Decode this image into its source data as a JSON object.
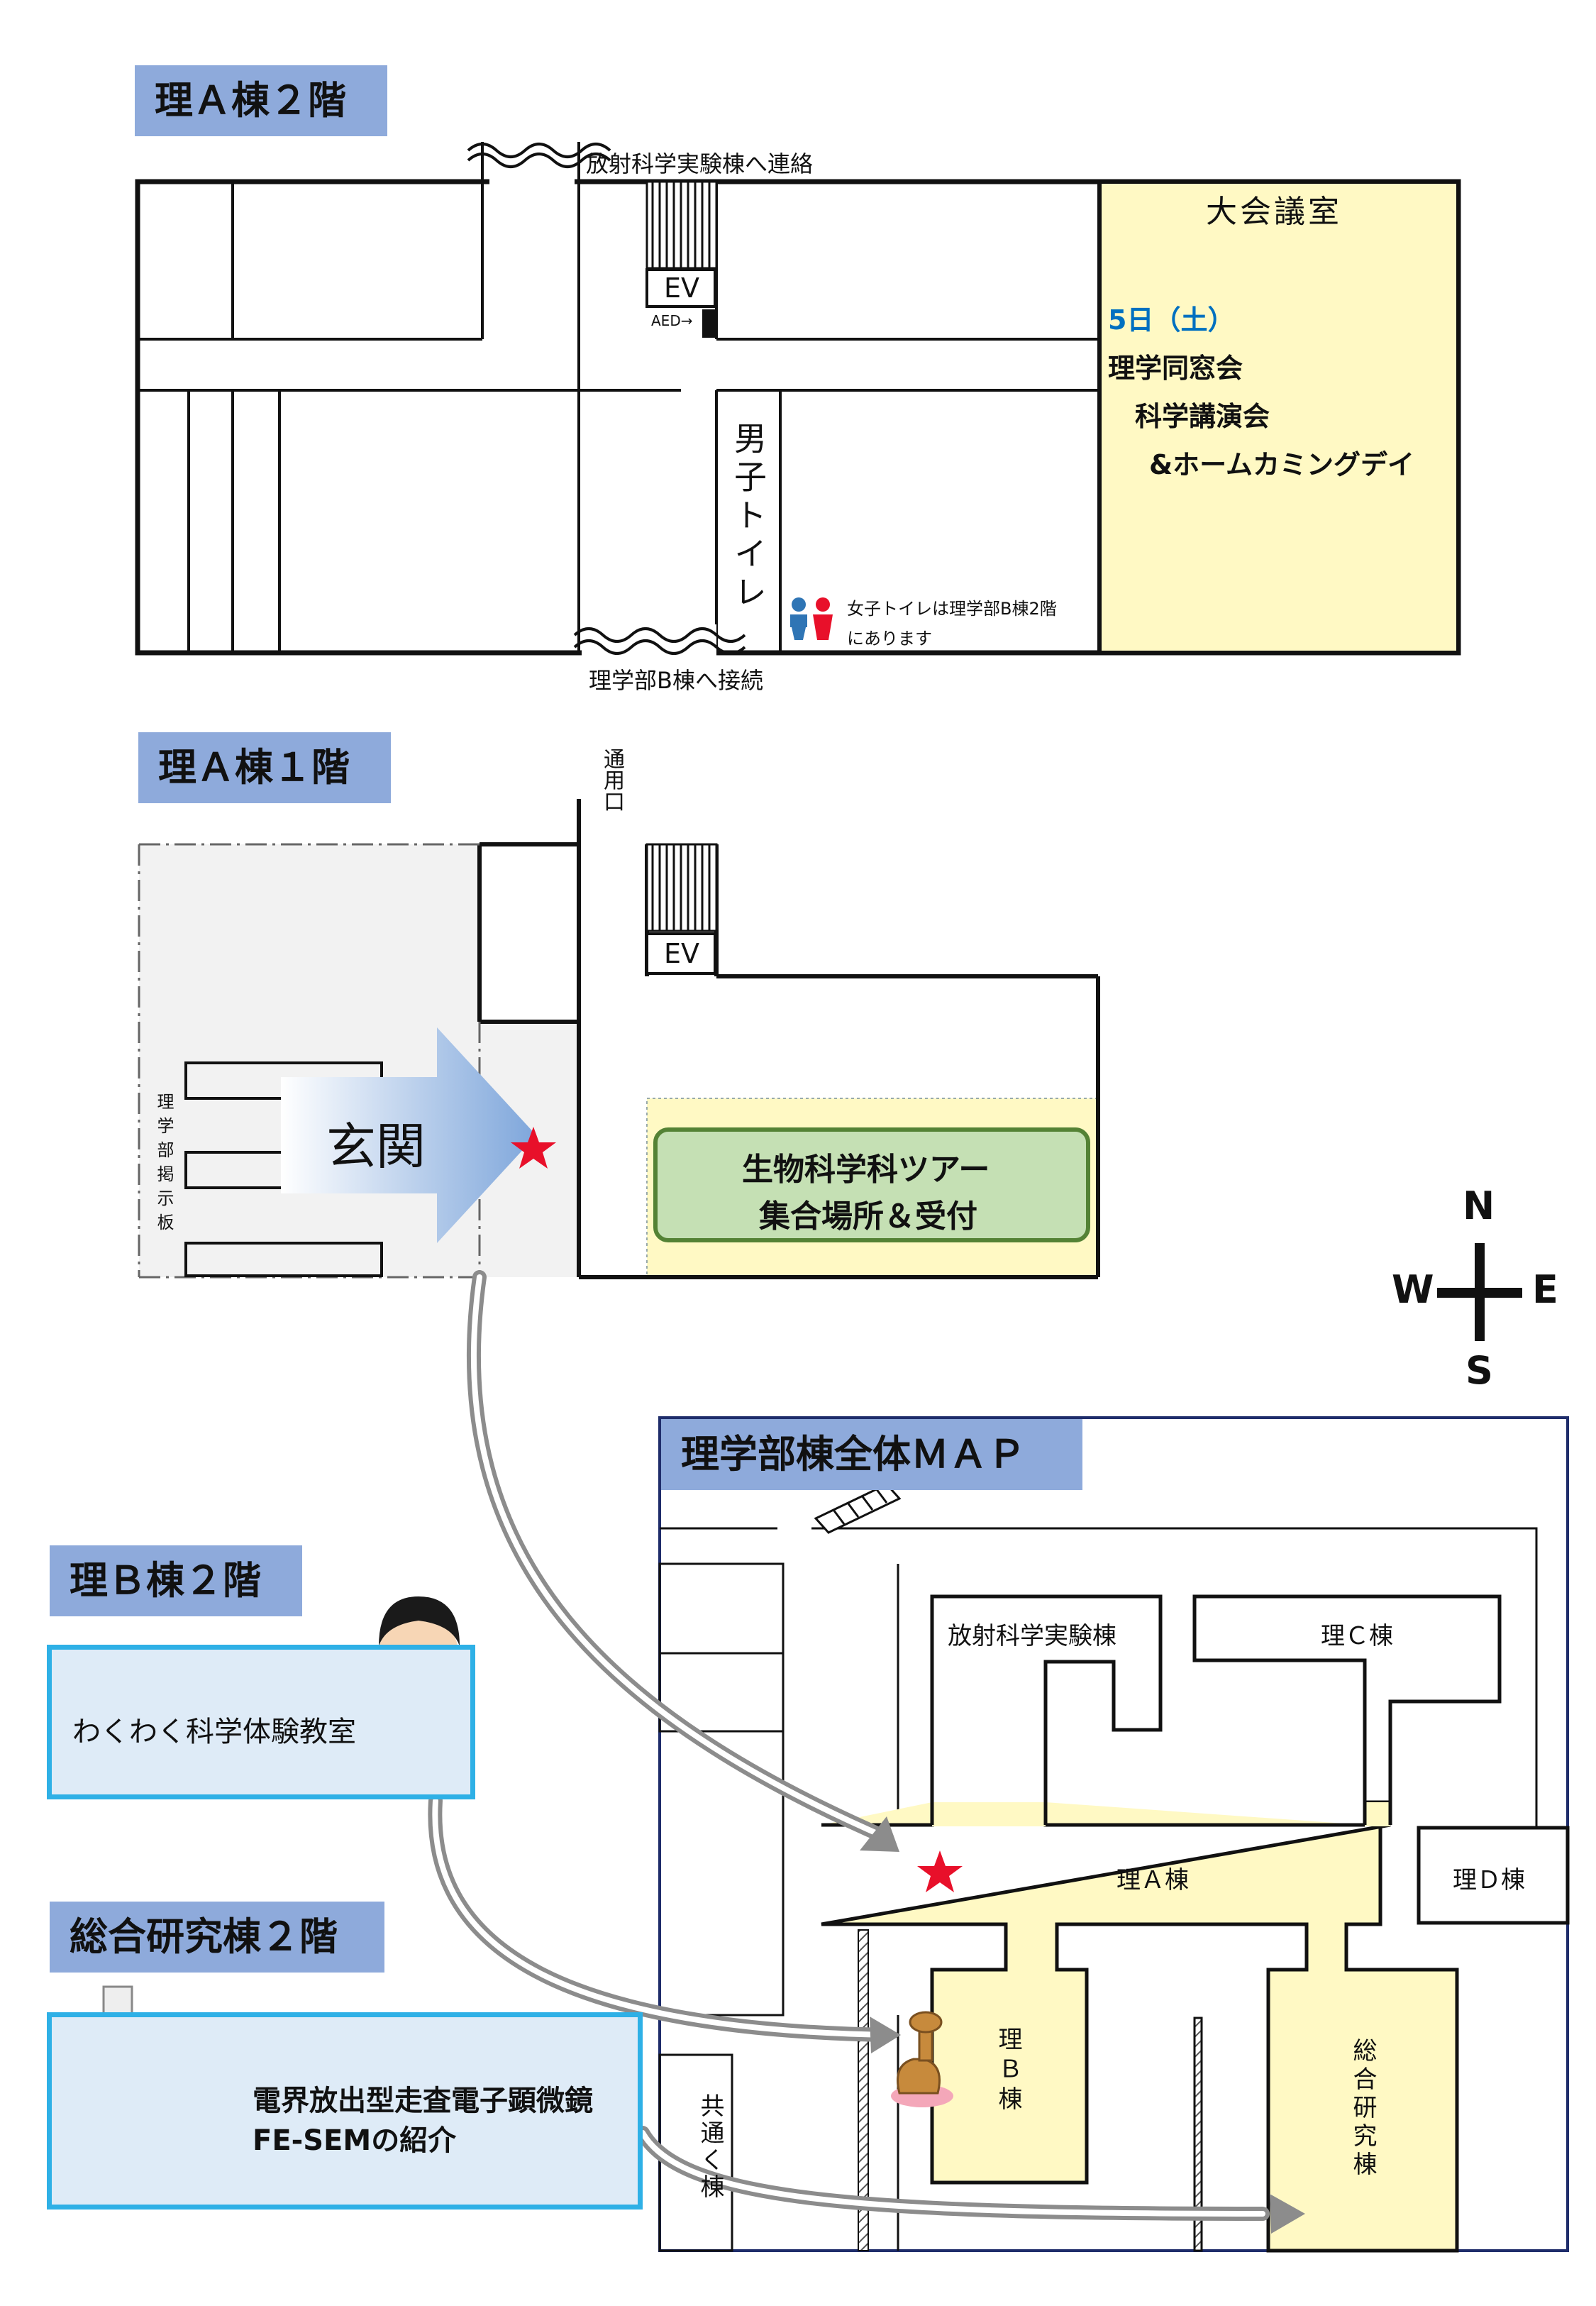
{
  "sections": {
    "floor2_title": "理Ａ棟２階",
    "floor1_title": "理Ａ棟１階",
    "bldgB_title": "理Ｂ棟２階",
    "research_title": "総合研究棟２階",
    "map_title": "理学部棟全体ＭＡＰ"
  },
  "floor2": {
    "radiation_link": "放射科学実験棟へ連絡",
    "bldgB_link": "理学部B棟へ接続",
    "ev": "EV",
    "aed": "AED→",
    "mens_toilet": "男子トイレ",
    "womens_note_line1": "女子トイレは理学部B棟2階",
    "womens_note_line2": "にあります",
    "hall_name": "大会議室",
    "event_date": "5日（土）",
    "event_line1": "理学同窓会",
    "event_line2": "科学講演会",
    "event_line3": "&ホームカミングデイ"
  },
  "floor1": {
    "service_entrance": "通用口",
    "ev": "EV",
    "entrance": "玄関",
    "bulletin_board": "理学部掲示板",
    "tour_line1": "生物科学科ツアー",
    "tour_line2": "集合場所＆受付"
  },
  "compass": {
    "n": "N",
    "s": "S",
    "e": "E",
    "w": "W"
  },
  "bldgB_event": "わくわく科学体験教室",
  "research_event_line1": "電界放出型走査電子顕微鏡",
  "research_event_line2": "FE-SEMの紹介",
  "campus_map": {
    "radiation_bldg": "放射科学実験棟",
    "bldg_c": "理Ｃ棟",
    "bldg_a": "理Ａ棟",
    "bldg_d": "理Ｄ棟",
    "bldg_b": "理Ｂ棟",
    "research_bldg": "総合研究棟",
    "common_bldg": "共通く棟"
  },
  "colors": {
    "title_bg": "#8eaadb",
    "hall_fill": "#fff9c4",
    "tour_fill": "#c5e0b4",
    "tour_border": "#548235",
    "event_date": "#0070c0",
    "info_border": "#2eb0e6",
    "info_fill": "#deebf7",
    "star": "#e8102a",
    "map_border": "#1f2d6b"
  }
}
